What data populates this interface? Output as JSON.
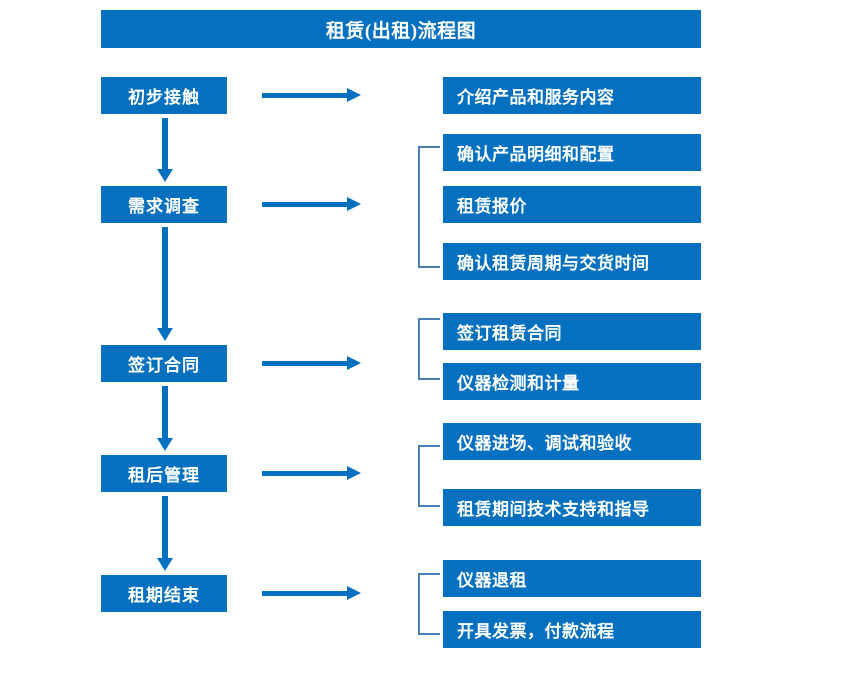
{
  "header": {
    "title": "租赁(出租)流程图"
  },
  "colors": {
    "box_fill": "#0570c0",
    "box_text": "#ffffff",
    "arrow": "#0570c0",
    "bracket": "#4a7fb5",
    "background": "#ffffff"
  },
  "stages": [
    {
      "label": "初步接触"
    },
    {
      "label": "需求调查"
    },
    {
      "label": "签订合同"
    },
    {
      "label": "租后管理"
    },
    {
      "label": "租期结束"
    }
  ],
  "details": [
    {
      "label": "介绍产品和服务内容"
    },
    {
      "label": "确认产品明细和配置"
    },
    {
      "label": "租赁报价"
    },
    {
      "label": "确认租赁周期与交货时间"
    },
    {
      "label": "签订租赁合同"
    },
    {
      "label": "仪器检测和计量"
    },
    {
      "label": "仪器进场、调试和验收"
    },
    {
      "label": "租赁期间技术支持和指导"
    },
    {
      "label": "仪器退租"
    },
    {
      "label": "开具发票，付款流程"
    }
  ]
}
